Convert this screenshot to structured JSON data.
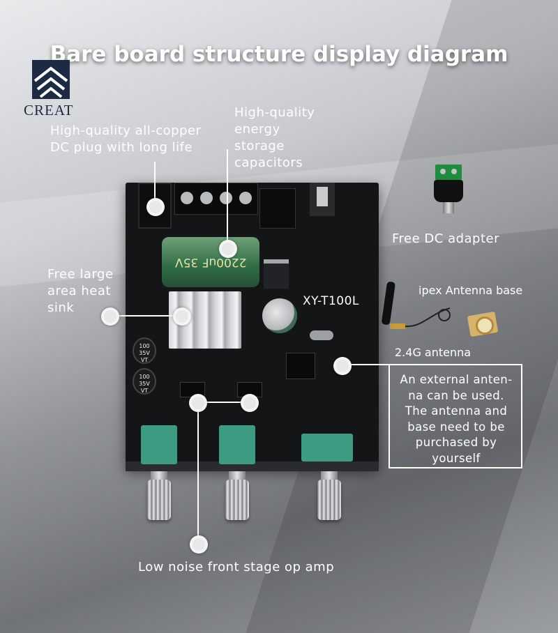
{
  "title": "Bare board structure display diagram",
  "brand": {
    "name": "CREAT"
  },
  "board": {
    "model": "XY-T100L"
  },
  "callouts": {
    "dc_plug": [
      "High-quality all-copper",
      "DC plug with long life"
    ],
    "capacitors": [
      "High-quality",
      "energy",
      "storage",
      "capacitors"
    ],
    "dc_adapter": "Free DC adapter",
    "heat_sink": [
      "Free large",
      "area heat",
      "sink"
    ],
    "ipex_base": "ipex Antenna base",
    "antenna": "2.4G antenna",
    "external_antenna_note": [
      "An external anten-",
      "na can be used.",
      "The antenna and",
      "base need to be",
      "purchased by",
      "yourself"
    ],
    "op_amp": "Low noise front stage op amp"
  },
  "component_markings": {
    "big_cap": "2200uF 35V",
    "small_cap_1": [
      "100",
      "35V",
      "VT"
    ],
    "small_cap_2": [
      "100",
      "35V",
      "VT"
    ]
  }
}
